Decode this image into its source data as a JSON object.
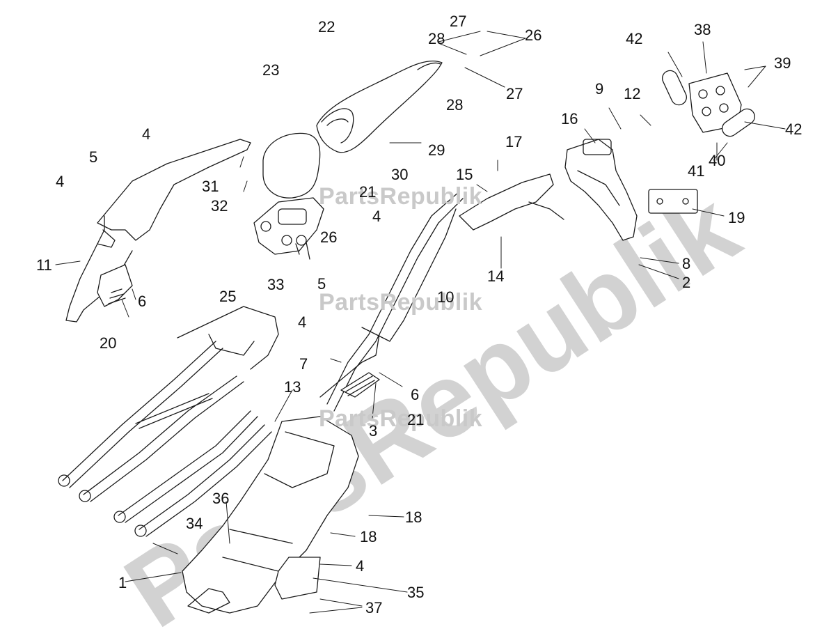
{
  "watermark": {
    "text_small": "PartsRepublik",
    "text_big": "PartsRepublik"
  },
  "callouts": [
    {
      "id": "c1",
      "label": "1"
    },
    {
      "id": "c2",
      "label": "2"
    },
    {
      "id": "c3",
      "label": "3"
    },
    {
      "id": "c4a",
      "label": "4"
    },
    {
      "id": "c4b",
      "label": "4"
    },
    {
      "id": "c4c",
      "label": "4"
    },
    {
      "id": "c4d",
      "label": "4"
    },
    {
      "id": "c4e",
      "label": "4"
    },
    {
      "id": "c5a",
      "label": "5"
    },
    {
      "id": "c5b",
      "label": "5"
    },
    {
      "id": "c6a",
      "label": "6"
    },
    {
      "id": "c6b",
      "label": "6"
    },
    {
      "id": "c7",
      "label": "7"
    },
    {
      "id": "c8",
      "label": "8"
    },
    {
      "id": "c9",
      "label": "9"
    },
    {
      "id": "c10",
      "label": "10"
    },
    {
      "id": "c11",
      "label": "11"
    },
    {
      "id": "c12",
      "label": "12"
    },
    {
      "id": "c13",
      "label": "13"
    },
    {
      "id": "c14",
      "label": "14"
    },
    {
      "id": "c15",
      "label": "15"
    },
    {
      "id": "c16",
      "label": "16"
    },
    {
      "id": "c17",
      "label": "17"
    },
    {
      "id": "c18a",
      "label": "18"
    },
    {
      "id": "c18b",
      "label": "18"
    },
    {
      "id": "c19",
      "label": "19"
    },
    {
      "id": "c20",
      "label": "20"
    },
    {
      "id": "c21a",
      "label": "21"
    },
    {
      "id": "c21b",
      "label": "21"
    },
    {
      "id": "c22",
      "label": "22"
    },
    {
      "id": "c23",
      "label": "23"
    },
    {
      "id": "c25",
      "label": "25"
    },
    {
      "id": "c26a",
      "label": "26"
    },
    {
      "id": "c26b",
      "label": "26"
    },
    {
      "id": "c27a",
      "label": "27"
    },
    {
      "id": "c27b",
      "label": "27"
    },
    {
      "id": "c28a",
      "label": "28"
    },
    {
      "id": "c28b",
      "label": "28"
    },
    {
      "id": "c29",
      "label": "29"
    },
    {
      "id": "c30",
      "label": "30"
    },
    {
      "id": "c31",
      "label": "31"
    },
    {
      "id": "c32",
      "label": "32"
    },
    {
      "id": "c33",
      "label": "33"
    },
    {
      "id": "c34",
      "label": "34"
    },
    {
      "id": "c35",
      "label": "35"
    },
    {
      "id": "c36",
      "label": "36"
    },
    {
      "id": "c37",
      "label": "37"
    },
    {
      "id": "c38",
      "label": "38"
    },
    {
      "id": "c39",
      "label": "39"
    },
    {
      "id": "c40",
      "label": "40"
    },
    {
      "id": "c41",
      "label": "41"
    },
    {
      "id": "c42a",
      "label": "42"
    },
    {
      "id": "c42b",
      "label": "42"
    }
  ]
}
